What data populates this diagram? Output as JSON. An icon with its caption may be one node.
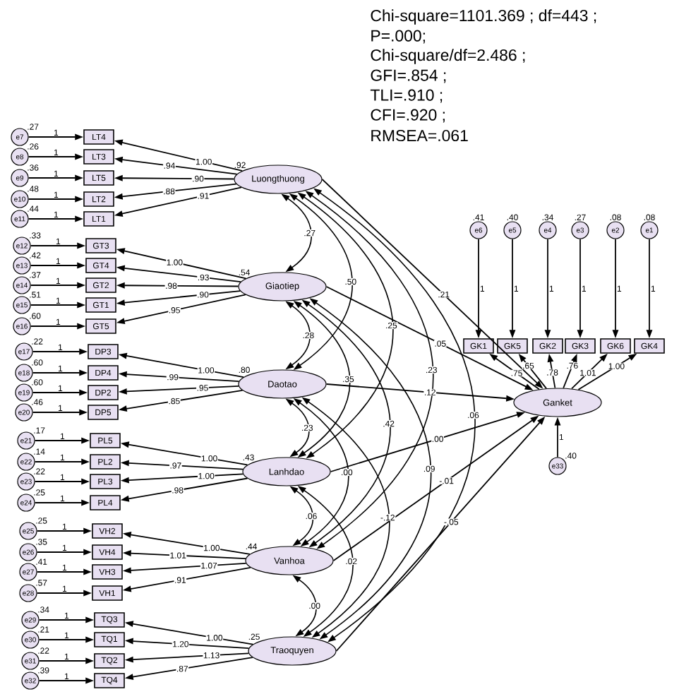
{
  "diagram": {
    "nodes": [
      {
        "text": [
          "Luongthuong"
        ],
        "beside": [
          ".92"
        ]
      },
      {
        "text": [
          "Giaotiep"
        ],
        "beside": [
          ".54"
        ]
      },
      {
        "text": [
          "Daotao"
        ],
        "beside": [
          ".80"
        ]
      },
      {
        "text": [
          "Lanhdao"
        ],
        "beside": [
          ".43"
        ]
      },
      {
        "text": [
          "Vanhoa"
        ],
        "beside": [
          ".44"
        ]
      },
      {
        "text": [
          "Traoquyen"
        ],
        "beside": [
          ".25"
        ]
      },
      {
        "text": [
          "Ganket"
        ]
      },
      {
        "text": [
          "e33"
        ],
        "beside": [
          ".40"
        ]
      },
      {
        "text": [
          "e6"
        ],
        "beside": [
          ".41"
        ]
      },
      {
        "text": [
          "e5"
        ],
        "beside": [
          ".40"
        ]
      },
      {
        "text": [
          "e4"
        ],
        "beside": [
          ".34"
        ]
      },
      {
        "text": [
          "e3"
        ],
        "beside": [
          ".27"
        ]
      },
      {
        "text": [
          "e2"
        ],
        "beside": [
          ".08"
        ]
      },
      {
        "text": [
          "e1"
        ],
        "beside": [
          ".08"
        ]
      },
      {
        "text": [
          "GK1"
        ]
      },
      {
        "text": [
          "GK5"
        ]
      },
      {
        "text": [
          "GK2"
        ]
      },
      {
        "text": [
          "GK3"
        ]
      },
      {
        "text": [
          "GK6"
        ]
      },
      {
        "text": [
          "GK4"
        ]
      },
      {
        "text": [
          "LT4"
        ]
      },
      {
        "text": [
          "LT3"
        ]
      },
      {
        "text": [
          "LT5"
        ]
      },
      {
        "text": [
          "LT2"
        ]
      },
      {
        "text": [
          "LT1"
        ]
      },
      {
        "text": [
          "GT3"
        ]
      },
      {
        "text": [
          "GT4"
        ]
      },
      {
        "text": [
          "GT2"
        ]
      },
      {
        "text": [
          "GT1"
        ]
      },
      {
        "text": [
          "GT5"
        ]
      },
      {
        "text": [
          "DP3"
        ]
      },
      {
        "text": [
          "DP4"
        ]
      },
      {
        "text": [
          "DP2"
        ]
      },
      {
        "text": [
          "DP5"
        ]
      },
      {
        "text": [
          "PL5"
        ]
      },
      {
        "text": [
          "PL2"
        ]
      },
      {
        "text": [
          "PL3"
        ]
      },
      {
        "text": [
          "PL4"
        ]
      },
      {
        "text": [
          "VH2"
        ]
      },
      {
        "text": [
          "VH4"
        ]
      },
      {
        "text": [
          "VH3"
        ]
      },
      {
        "text": [
          "VH1"
        ]
      },
      {
        "text": [
          "TQ3"
        ]
      },
      {
        "text": [
          "TQ1"
        ]
      },
      {
        "text": [
          "TQ2"
        ]
      },
      {
        "text": [
          "TQ4"
        ]
      },
      {
        "text": [
          "e7"
        ],
        "beside": [
          ".27"
        ]
      },
      {
        "text": [
          "e8"
        ],
        "beside": [
          ".26"
        ]
      },
      {
        "text": [
          "e9"
        ],
        "beside": [
          ".36"
        ]
      },
      {
        "text": [
          "e10"
        ],
        "beside": [
          ".48"
        ]
      },
      {
        "text": [
          "e11"
        ],
        "beside": [
          ".44"
        ]
      },
      {
        "text": [
          "e12"
        ],
        "beside": [
          ".33"
        ]
      },
      {
        "text": [
          "e13"
        ],
        "beside": [
          ".42"
        ]
      },
      {
        "text": [
          "e14"
        ],
        "beside": [
          ".37"
        ]
      },
      {
        "text": [
          "e15"
        ],
        "beside": [
          ".51"
        ]
      },
      {
        "text": [
          "e16"
        ],
        "beside": [
          ".60"
        ]
      },
      {
        "text": [
          "e17"
        ],
        "beside": [
          ".22"
        ]
      },
      {
        "text": [
          "e18"
        ],
        "beside": [
          ".60"
        ]
      },
      {
        "text": [
          "e19"
        ],
        "beside": [
          ".60"
        ]
      },
      {
        "text": [
          "e20"
        ],
        "beside": [
          ".46"
        ]
      },
      {
        "text": [
          "e21"
        ],
        "beside": [
          ".17"
        ]
      },
      {
        "text": [
          "e22"
        ],
        "beside": [
          ".14"
        ]
      },
      {
        "text": [
          "e23"
        ],
        "beside": [
          ".22"
        ]
      },
      {
        "text": [
          "e24"
        ],
        "beside": [
          ".25"
        ]
      },
      {
        "text": [
          "e25"
        ],
        "beside": [
          ".25"
        ]
      },
      {
        "text": [
          "e26"
        ],
        "beside": [
          ".35"
        ]
      },
      {
        "text": [
          "e27"
        ],
        "beside": [
          ".41"
        ]
      },
      {
        "text": [
          "e28"
        ],
        "beside": [
          ".57"
        ]
      },
      {
        "text": [
          "e29"
        ],
        "beside": [
          ".34"
        ]
      },
      {
        "text": [
          "e30"
        ],
        "beside": [
          ".21"
        ]
      },
      {
        "text": [
          "e31"
        ],
        "beside": [
          ".22"
        ]
      },
      {
        "text": [
          "e32"
        ],
        "beside": [
          ".39"
        ]
      }
    ],
    "edges": [
      {
        "from": 46,
        "to": 20,
        "arrow": "to",
        "label": "1"
      },
      {
        "from": 47,
        "to": 21,
        "arrow": "to",
        "label": "1"
      },
      {
        "from": 48,
        "to": 22,
        "arrow": "to",
        "label": "1"
      },
      {
        "from": 49,
        "to": 23,
        "arrow": "to",
        "label": "1"
      },
      {
        "from": 50,
        "to": 24,
        "arrow": "to",
        "label": "1"
      },
      {
        "from": 51,
        "to": 25,
        "arrow": "to",
        "label": "1"
      },
      {
        "from": 52,
        "to": 26,
        "arrow": "to",
        "label": "1"
      },
      {
        "from": 53,
        "to": 27,
        "arrow": "to",
        "label": "1"
      },
      {
        "from": 54,
        "to": 28,
        "arrow": "to",
        "label": "1"
      },
      {
        "from": 55,
        "to": 29,
        "arrow": "to",
        "label": "1"
      },
      {
        "from": 56,
        "to": 30,
        "arrow": "to",
        "label": "1"
      },
      {
        "from": 57,
        "to": 31,
        "arrow": "to",
        "label": "1"
      },
      {
        "from": 58,
        "to": 32,
        "arrow": "to",
        "label": "1"
      },
      {
        "from": 59,
        "to": 33,
        "arrow": "to",
        "label": "1"
      },
      {
        "from": 60,
        "to": 34,
        "arrow": "to",
        "label": "1"
      },
      {
        "from": 61,
        "to": 35,
        "arrow": "to",
        "label": "1"
      },
      {
        "from": 62,
        "to": 36,
        "arrow": "to",
        "label": "1"
      },
      {
        "from": 63,
        "to": 37,
        "arrow": "to",
        "label": "1"
      },
      {
        "from": 64,
        "to": 38,
        "arrow": "to",
        "label": "1"
      },
      {
        "from": 65,
        "to": 39,
        "arrow": "to",
        "label": "1"
      },
      {
        "from": 66,
        "to": 40,
        "arrow": "to",
        "label": "1"
      },
      {
        "from": 67,
        "to": 41,
        "arrow": "to",
        "label": "1"
      },
      {
        "from": 68,
        "to": 42,
        "arrow": "to",
        "label": "1"
      },
      {
        "from": 69,
        "to": 43,
        "arrow": "to",
        "label": "1"
      },
      {
        "from": 70,
        "to": 44,
        "arrow": "to",
        "label": "1"
      },
      {
        "from": 71,
        "to": 45,
        "arrow": "to",
        "label": "1"
      },
      {
        "from": 0,
        "to": 20,
        "arrow": "to",
        "label": "1.00"
      },
      {
        "from": 0,
        "to": 21,
        "arrow": "to",
        "label": ".94"
      },
      {
        "from": 0,
        "to": 22,
        "arrow": "to",
        "label": ".90"
      },
      {
        "from": 0,
        "to": 23,
        "arrow": "to",
        "label": ".88"
      },
      {
        "from": 0,
        "to": 24,
        "arrow": "to",
        "label": ".91"
      },
      {
        "from": 1,
        "to": 25,
        "arrow": "to",
        "label": "1.00"
      },
      {
        "from": 1,
        "to": 26,
        "arrow": "to",
        "label": ".93"
      },
      {
        "from": 1,
        "to": 27,
        "arrow": "to",
        "label": ".98"
      },
      {
        "from": 1,
        "to": 28,
        "arrow": "to",
        "label": ".90"
      },
      {
        "from": 1,
        "to": 29,
        "arrow": "to",
        "label": ".95"
      },
      {
        "from": 2,
        "to": 30,
        "arrow": "to",
        "label": "1.00"
      },
      {
        "from": 2,
        "to": 31,
        "arrow": "to",
        "label": ".99"
      },
      {
        "from": 2,
        "to": 32,
        "arrow": "to",
        "label": ".95"
      },
      {
        "from": 2,
        "to": 33,
        "arrow": "to",
        "label": ".85"
      },
      {
        "from": 3,
        "to": 34,
        "arrow": "to",
        "label": "1.00"
      },
      {
        "from": 3,
        "to": 35,
        "arrow": "to",
        "label": ".97"
      },
      {
        "from": 3,
        "to": 36,
        "arrow": "to",
        "label": "1.00"
      },
      {
        "from": 3,
        "to": 37,
        "arrow": "to",
        "label": ".98"
      },
      {
        "from": 4,
        "to": 38,
        "arrow": "to",
        "label": "1.00"
      },
      {
        "from": 4,
        "to": 39,
        "arrow": "to",
        "label": "1.01"
      },
      {
        "from": 4,
        "to": 40,
        "arrow": "to",
        "label": "1.07"
      },
      {
        "from": 4,
        "to": 41,
        "arrow": "to",
        "label": ".91"
      },
      {
        "from": 5,
        "to": 42,
        "arrow": "to",
        "label": "1.00"
      },
      {
        "from": 5,
        "to": 43,
        "arrow": "to",
        "label": "1.20"
      },
      {
        "from": 5,
        "to": 44,
        "arrow": "to",
        "label": "1.13"
      },
      {
        "from": 5,
        "to": 45,
        "arrow": "to",
        "label": ".87"
      },
      {
        "from": 8,
        "to": 14,
        "arrow": "to",
        "label": "1"
      },
      {
        "from": 9,
        "to": 15,
        "arrow": "to",
        "label": "1"
      },
      {
        "from": 10,
        "to": 16,
        "arrow": "to",
        "label": "1"
      },
      {
        "from": 11,
        "to": 17,
        "arrow": "to",
        "label": "1"
      },
      {
        "from": 12,
        "to": 18,
        "arrow": "to",
        "label": "1"
      },
      {
        "from": 13,
        "to": 19,
        "arrow": "to",
        "label": "1"
      },
      {
        "from": 6,
        "to": 14,
        "arrow": "to",
        "label": ".75"
      },
      {
        "from": 6,
        "to": 15,
        "arrow": "to",
        "label": ".65"
      },
      {
        "from": 6,
        "to": 16,
        "arrow": "to",
        "label": ".78"
      },
      {
        "from": 6,
        "to": 17,
        "arrow": "to",
        "label": ".76"
      },
      {
        "from": 6,
        "to": 18,
        "arrow": "to",
        "label": "1.01"
      },
      {
        "from": 6,
        "to": 19,
        "arrow": "to",
        "label": "1.00"
      },
      {
        "from": 7,
        "to": 6,
        "arrow": "to",
        "label": "1"
      },
      {
        "from": 0,
        "to": 6,
        "arrow": "to",
        "label": ".21"
      },
      {
        "from": 1,
        "to": 6,
        "arrow": "to",
        "label": ".05"
      },
      {
        "from": 2,
        "to": 6,
        "arrow": "to",
        "label": ".12"
      },
      {
        "from": 3,
        "to": 6,
        "arrow": "to",
        "label": ".00"
      },
      {
        "from": 4,
        "to": 6,
        "arrow": "to",
        "label": "-.01"
      },
      {
        "from": 5,
        "to": 6,
        "arrow": "to",
        "label": "-.05"
      },
      {
        "from": 0,
        "to": 1,
        "arrow": "both",
        "label": ".27"
      },
      {
        "from": 1,
        "to": 2,
        "arrow": "both",
        "label": ".28"
      },
      {
        "from": 2,
        "to": 3,
        "arrow": "both",
        "label": ".23"
      },
      {
        "from": 3,
        "to": 4,
        "arrow": "both",
        "label": ".06"
      },
      {
        "from": 4,
        "to": 5,
        "arrow": "both",
        "label": ".00"
      },
      {
        "from": 0,
        "to": 2,
        "arrow": "both",
        "label": ".50"
      },
      {
        "from": 1,
        "to": 3,
        "arrow": "both",
        "label": ".35"
      },
      {
        "from": 2,
        "to": 4,
        "arrow": "both",
        "label": ".00"
      },
      {
        "from": 3,
        "to": 5,
        "arrow": "both",
        "label": ".02"
      },
      {
        "from": 0,
        "to": 3,
        "arrow": "both",
        "label": ".25"
      },
      {
        "from": 1,
        "to": 4,
        "arrow": "both",
        "label": ".42"
      },
      {
        "from": 2,
        "to": 5,
        "arrow": "both",
        "label": "-.12"
      },
      {
        "from": 0,
        "to": 4,
        "arrow": "both",
        "label": ".23"
      },
      {
        "from": 1,
        "to": 5,
        "arrow": "both",
        "label": ".09"
      },
      {
        "from": 0,
        "to": 5,
        "arrow": "both",
        "label": ".06"
      }
    ],
    "labels": [
      "Chi-square=1101.369 ; df=443 ;",
      "P=.000;",
      "Chi-square/df=2.486 ;",
      "GFI=.854 ;",
      "TLI=.910 ;",
      "CFI=.920 ;",
      "RMSEA=.061"
    ]
  }
}
